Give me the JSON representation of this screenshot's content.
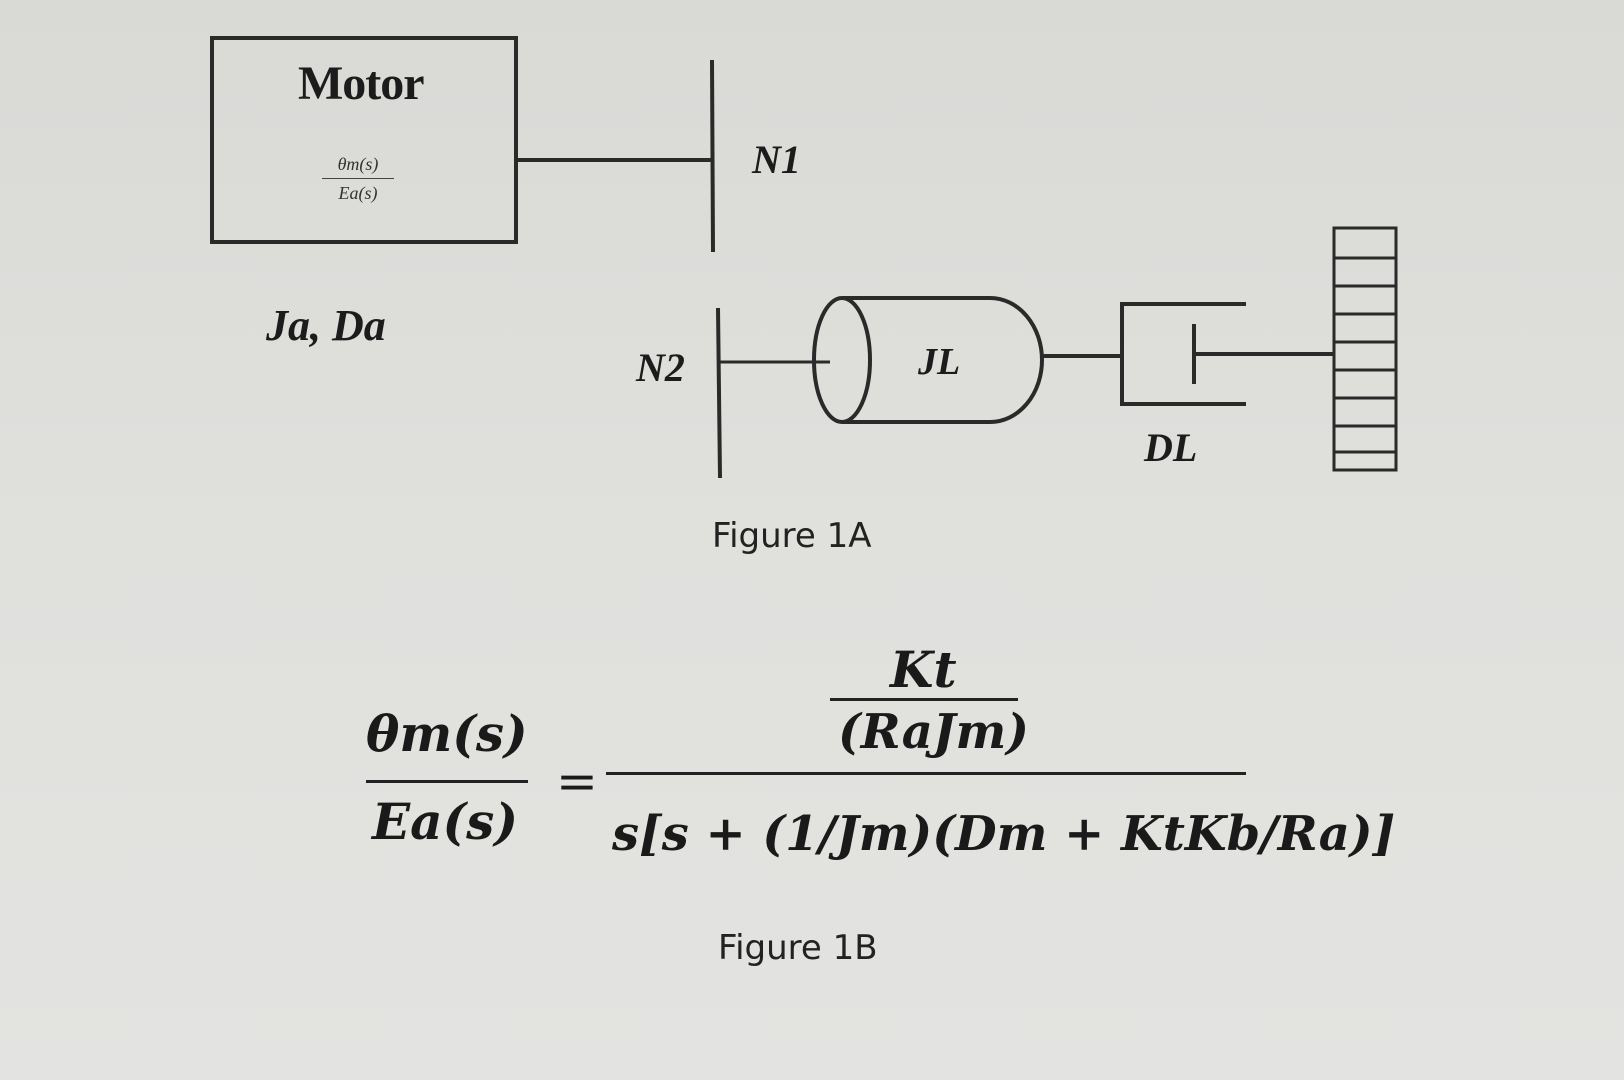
{
  "figure_1a": {
    "motor_block": {
      "title": "Motor",
      "tf_numerator": "θm(s)",
      "tf_denominator": "Ea(s)"
    },
    "motor_params": "Ja, Da",
    "gear_1": "N1",
    "gear_2": "N2",
    "load_inertia": "JL",
    "load_damper": "DL",
    "caption": "Figure 1A"
  },
  "figure_1b": {
    "lhs_numerator": "θm(s)",
    "lhs_denominator": "Ea(s)",
    "equals": "=",
    "rhs_numerator_top": "Kt",
    "rhs_numerator_bottom": "(RaJm)",
    "rhs_denominator": "s[s + (1/Jm)(Dm + KtKb/Ra)]",
    "caption": "Figure 1B"
  }
}
